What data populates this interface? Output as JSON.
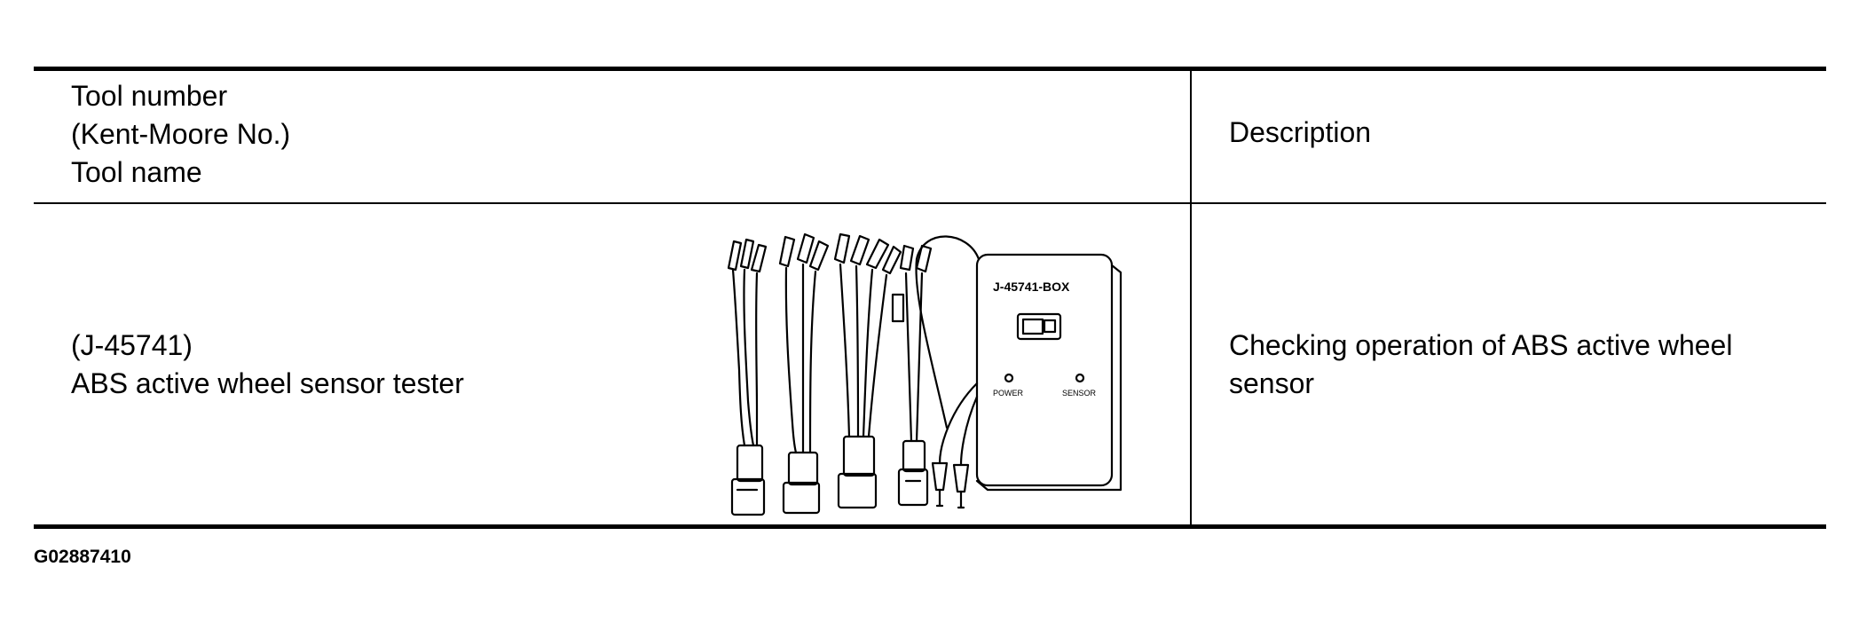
{
  "table": {
    "header": {
      "tool_col_label": "Tool number\n(Kent-Moore No.)\nTool name",
      "description_col_label": "Description"
    },
    "rows": [
      {
        "tool_number": "(J-45741)",
        "tool_name": "ABS active wheel sensor tester",
        "description": "Checking operation of ABS active wheel\nsensor",
        "illustration": {
          "box_label": "J-45741-BOX",
          "power_label": "POWER",
          "sensor_label": "SENSOR"
        }
      }
    ]
  },
  "figure_code": "G02887410"
}
